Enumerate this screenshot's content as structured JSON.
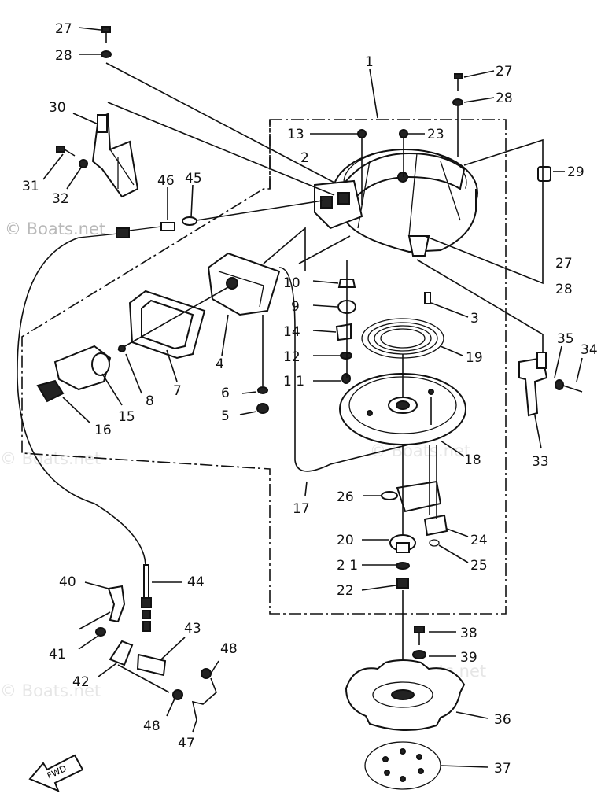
{
  "watermarks": {
    "main": "© Boats.net",
    "faint": "© Boats.net"
  },
  "callouts": {
    "c1": "1",
    "c2": "2",
    "c3": "3",
    "c4": "4",
    "c5": "5",
    "c6": "6",
    "c7": "7",
    "c8": "8",
    "c9": "9",
    "c10": "10",
    "c11": "1 1",
    "c12": "12",
    "c13": "13",
    "c14": "14",
    "c15": "15",
    "c16": "16",
    "c17": "17",
    "c18": "18",
    "c19": "19",
    "c20": "20",
    "c21": "2 1",
    "c22": "22",
    "c23": "23",
    "c24": "24",
    "c25": "25",
    "c26": "26",
    "c27a": "27",
    "c27b": "27",
    "c27c": "27",
    "c28a": "28",
    "c28b": "28",
    "c28c": "28",
    "c29": "29",
    "c30": "30",
    "c31": "31",
    "c32": "32",
    "c33": "33",
    "c34": "34",
    "c35": "35",
    "c36": "36",
    "c37": "37",
    "c38": "38",
    "c39": "39",
    "c40": "40",
    "c41": "41",
    "c42": "42",
    "c43": "43",
    "c44": "44",
    "c45": "45",
    "c46": "46",
    "c47": "47",
    "c48a": "48",
    "c48b": "48"
  },
  "fwd_label": "FWD"
}
